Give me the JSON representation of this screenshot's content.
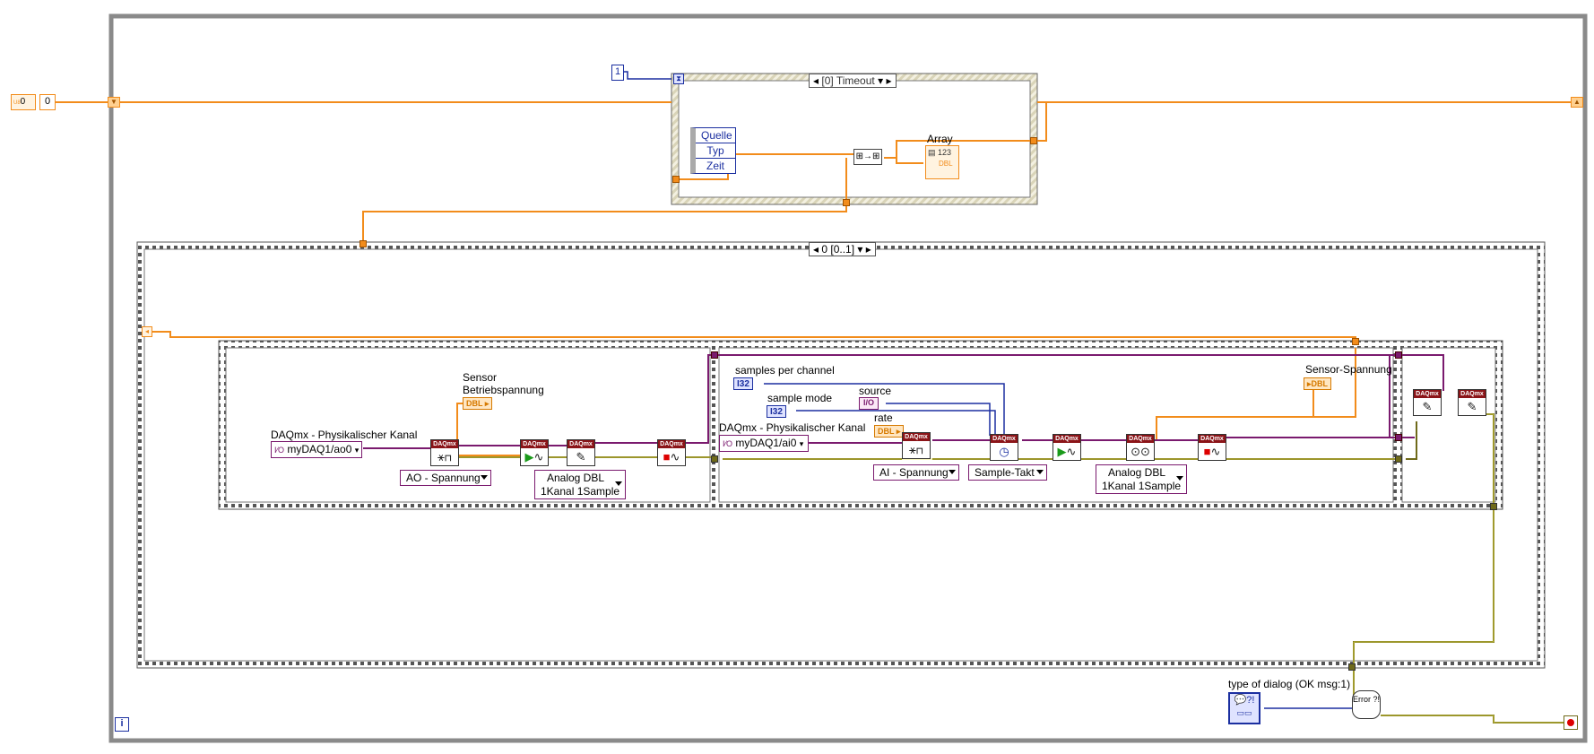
{
  "diagram": {
    "while_loop": {
      "iteration_icon": "i"
    },
    "shift_register_init": {
      "type_glyph": "U8",
      "value": "0",
      "indicator_value": "0"
    },
    "event_structure": {
      "timeout_constant": "1",
      "case_selector": "[0] Timeout",
      "event_data": [
        "Quelle",
        "Typ",
        "Zeit"
      ],
      "array_label": "Array",
      "array_type": "DBL"
    },
    "case_structure": {
      "selector": "0 [0..1]"
    },
    "frame1": {
      "channel_label": "DAQmx - Physikalischer Kanal",
      "channel_value": "myDAQ1/ao0",
      "sensor_label_line1": "Sensor",
      "sensor_label_line2": "Betriebspannung",
      "sensor_type": "DBL",
      "mode_ring": "AO - Spannung",
      "write_ring_line1": "Analog DBL",
      "write_ring_line2": "1Kanal 1Sample"
    },
    "frame2": {
      "samples_label": "samples per channel",
      "samples_type": "I32",
      "mode_label": "sample mode",
      "mode_type": "I32",
      "source_label": "source",
      "source_type": "I/O",
      "rate_label": "rate",
      "rate_type": "DBL",
      "channel_label": "DAQmx - Physikalischer Kanal",
      "channel_value": "myDAQ1/ai0",
      "ai_ring": "AI - Spannung",
      "clock_ring": "Sample-Takt",
      "read_ring_line1": "Analog DBL",
      "read_ring_line2": "1Kanal 1Sample",
      "output_label": "Sensor-Spannung",
      "output_type": "DBL"
    },
    "dialog": {
      "label": "type of dialog (OK msg:1)",
      "error_icon_text": "Error ?!"
    },
    "daqmx_header": "DAQmx",
    "colors": {
      "orange_wire": "#f28c1b",
      "purple_wire": "#7a1a6e",
      "blue_wire": "#1b2fa0",
      "error_wire": "#6f6a1a",
      "frame_gray": "#888888"
    }
  }
}
